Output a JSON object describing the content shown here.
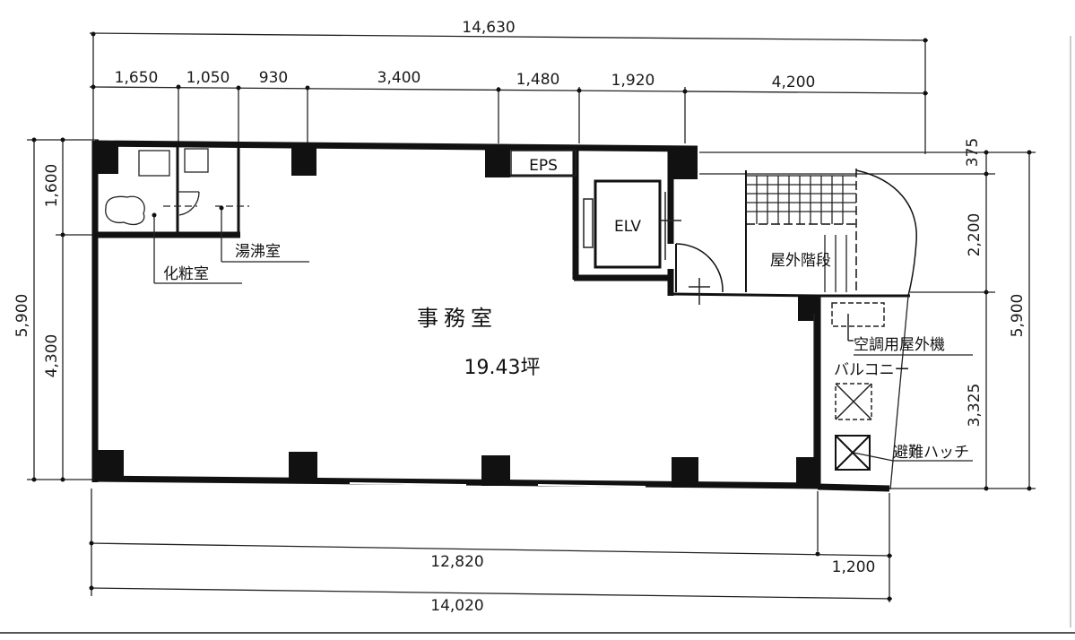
{
  "dimensions": {
    "total_top": "14,630",
    "segments_top": [
      "1,650",
      "1,050",
      "930",
      "3,400",
      "1,480",
      "1,920",
      "4,200"
    ],
    "left_total": "5,900",
    "left_upper": "1,600",
    "left_lower": "4,300",
    "right_total": "5,900",
    "right_375": "375",
    "right_2200": "2,200",
    "right_3325": "3,325",
    "bottom_main": "12,820",
    "bottom_balcony": "1,200",
    "bottom_total": "14,020"
  },
  "rooms": {
    "office": "事務室",
    "office_area": "19.43坪",
    "eps": "EPS",
    "elevator": "ELV",
    "outdoor_stairs": "屋外階段",
    "kitchenette": "湯沸室",
    "restroom": "化粧室",
    "ac_unit": "空調用屋外機",
    "balcony": "バルコニー",
    "escape_hatch": "避難ハッチ"
  }
}
